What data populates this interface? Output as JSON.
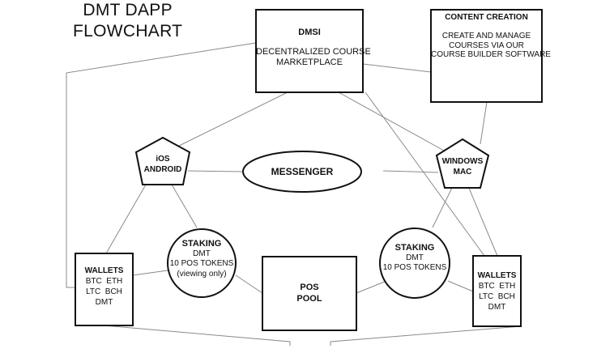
{
  "title": {
    "line1": "DMT DAPP",
    "line2": "FLOWCHART"
  },
  "nodes": {
    "dmsi": {
      "title": "DMSI",
      "line1": "DECENTRALIZED COURSE",
      "line2": "MARKETPLACE"
    },
    "content_creation": {
      "title": "CONTENT CREATION",
      "line1": "CREATE AND MANAGE",
      "line2": "COURSES VIA OUR",
      "line3": "COURSE BUILDER SOFTWARE"
    },
    "ios_android": {
      "line1": "iOS",
      "line2": "ANDROID"
    },
    "windows_mac": {
      "line1": "WINDOWS",
      "line2": "MAC"
    },
    "messenger": {
      "label": "MESSENGER"
    },
    "staking_left": {
      "title": "STAKING",
      "line1": "DMT",
      "line2": "10 POS TOKENS",
      "line3": "(viewing only)"
    },
    "staking_right": {
      "title": "STAKING",
      "line1": "DMT",
      "line2": "10 POS TOKENS"
    },
    "pos_pool": {
      "line1": "POS",
      "line2": "POOL"
    },
    "wallets_left": {
      "title": "WALLETS",
      "line1": "BTC  ETH",
      "line2": "LTC  BCH",
      "line3": "DMT"
    },
    "wallets_right": {
      "title": "WALLETS",
      "line1": "BTC  ETH",
      "line2": "LTC  BCH",
      "line3": "DMT"
    }
  },
  "style": {
    "stroke": "#111111",
    "thin_line": "#8a8a8a",
    "background": "#ffffff"
  }
}
